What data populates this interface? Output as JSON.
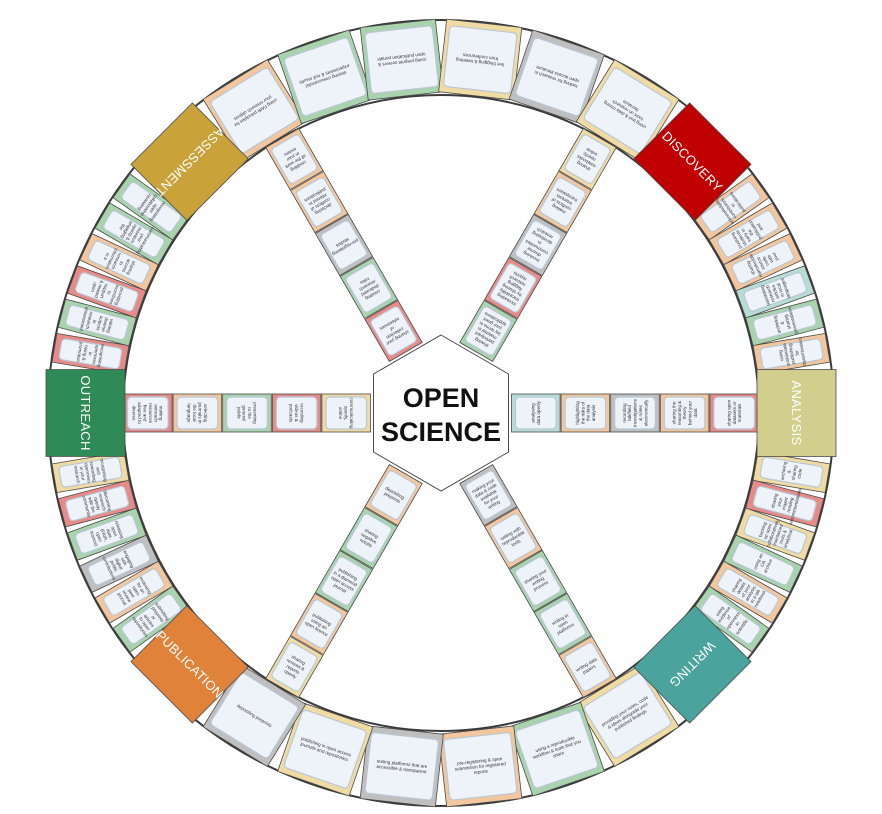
{
  "center": {
    "line1": "OPEN",
    "line2": "SCIENCE"
  },
  "colors": {
    "ring_border": "#3b3b3b",
    "board_fill": "#ffffff",
    "tile_border": "#4a4a4a",
    "card_fill": "#eef3f9",
    "card_border": "#b9c7d6",
    "tile_palette": [
      "#a8d3ad",
      "#f2c79e",
      "#f0dba2",
      "#bfbfbf",
      "#e78b88",
      "#b7dcd6"
    ]
  },
  "corners": [
    {
      "label": "DISCOVERY",
      "color": "#c00000"
    },
    {
      "label": "ANALYSIS",
      "color": "#d2cf8e"
    },
    {
      "label": "WRITING",
      "color": "#4aa39c"
    },
    {
      "label": "PUBLICATION",
      "color": "#e0823a"
    },
    {
      "label": "OUTREACH",
      "color": "#2e8b57"
    },
    {
      "label": "ASSESSMENT",
      "color": "#c9a23a"
    }
  ],
  "arc_tiles": [
    [
      {
        "color": "#f2c79e",
        "text": "acknowledging contributors in publications"
      },
      {
        "color": "#f2c79e",
        "text": "involving students early in the publication and peer-review process"
      },
      {
        "color": "#f2c79e",
        "text": "sharing reproducible source code with your publications"
      },
      {
        "color": "#b7dcd6",
        "text": "translating research articles in local languages"
      },
      {
        "color": "#a8d3ad",
        "text": "archiving & sharing presentations"
      },
      {
        "color": "#f2c79e",
        "text": "using sustainable publishing for dissemination"
      }
    ],
    [
      {
        "color": "#f0dba2",
        "text": "archiving & sharing code"
      },
      {
        "color": "#e78b88",
        "text": "sharing your expert reading recommendations"
      },
      {
        "color": "#f0dba2",
        "text": "backing up open collaboratively maintained tools & analytical resources"
      },
      {
        "color": "#a8d3ad",
        "text": "using an OA archive"
      },
      {
        "color": "#f2c79e",
        "text": "sharing details of your analysis in a lab notebook"
      },
      {
        "color": "#a8d3ad",
        "text": "using evidence of openness in scientific reproducibility & clear research"
      }
    ],
    [
      {
        "color": "#f0dba2",
        "text": "providing your notes, code & ideas alongside your published findings"
      },
      {
        "color": "#a8d3ad",
        "text": "using a reproducible workflow & tools that you share"
      },
      {
        "color": "#f2c79e",
        "text": "pre-registering & open submission for registered reports"
      },
      {
        "color": "#bfbfbf",
        "text": "testing platforms that are accessible & transparent"
      },
      {
        "color": "#f0dba2",
        "text": "publishing in open access journals and repositories"
      },
      {
        "color": "#bfbfbf",
        "text": "depositing preprints"
      }
    ],
    [
      {
        "color": "#a8d3ad",
        "text": "submitting preprints or articles to open repositories & overlay journals"
      },
      {
        "color": "#f2c79e",
        "text": "reviewing for an open peer review journal"
      },
      {
        "color": "#bfbfbf",
        "text": "engaging with digital public contributions"
      },
      {
        "color": "#a8d3ad",
        "text": "releasing open data (FAIR, open licence)"
      },
      {
        "color": "#e78b88",
        "text": "discussing research openly with the community"
      },
      {
        "color": "#f0dba2",
        "text": "recognising and rewarding openness in your research"
      }
    ],
    [
      {
        "color": "#e78b88",
        "text": "recognising openness in hiring & promotion"
      },
      {
        "color": "#a8d3ad",
        "text": "valuing diverse outputs in research assessment"
      },
      {
        "color": "#e78b88",
        "text": "providing incentives to support & reward open practices"
      },
      {
        "color": "#f2c79e",
        "text": "sharing access to research information in a timely manner"
      },
      {
        "color": "#a8d3ad",
        "text": "communicating your research openly & engaging the wider community"
      },
      {
        "color": "#a8d3ad",
        "text": "recognising open collaborative reviewing"
      }
    ],
    [
      {
        "color": "#f2c79e",
        "text": "using FAIR principles for your research objects"
      },
      {
        "color": "#a8d3ad",
        "text": "sharing unsuccessful experiments & null results"
      },
      {
        "color": "#a8d3ad",
        "text": "using preprint servers & open publication portals"
      },
      {
        "color": "#f0dba2",
        "text": "live blogging & tweeting from conferences"
      },
      {
        "color": "#bfbfbf",
        "text": "looking for research in open access literature"
      },
      {
        "color": "#f0dba2",
        "text": "using text & data mining tools on research literature"
      }
    ]
  ],
  "spokes": [
    [
      {
        "color": "#f0dba2",
        "text": "sharing notebooks openly, online"
      },
      {
        "color": "#f2c79e",
        "text": "making conflicts of interests transparent"
      },
      {
        "color": "#bfbfbf",
        "text": "involving diverse communities in developing research proposals"
      },
      {
        "color": "#e78b88",
        "text": "increasing traceability by sharing flagging research reports"
      },
      {
        "color": "#a8d3ad",
        "text": "sharing participant material in lay terms in your grant applications"
      }
    ],
    [
      {
        "color": "#e78b88",
        "text": "sharing open datasets or materials"
      },
      {
        "color": "#f2c79e",
        "text": "sharing the reasoning & theory behind your data"
      },
      {
        "color": "#bfbfbf",
        "text": "recording lab/field investigations & notes electronically"
      },
      {
        "color": "#f2c79e",
        "text": "highlighting the risks of the data analysis"
      },
      {
        "color": "#b7dcd6",
        "text": "analysing data openly"
      }
    ],
    [
      {
        "color": "#f2c79e",
        "text": "writing data papers"
      },
      {
        "color": "#a8d3ad",
        "text": "writing in open platforms"
      },
      {
        "color": "#a8d3ad",
        "text": "sharing your writing process"
      },
      {
        "color": "#f2c79e",
        "text": "writing with reproducible tools"
      },
      {
        "color": "#bfbfbf",
        "text": "making your data & code available for your writing"
      }
    ],
    [
      {
        "color": "#f0dba2",
        "text": "sharing reviews & reports openly"
      },
      {
        "color": "#f2c79e",
        "text": "publishing using an open licence"
      },
      {
        "color": "#a8d3ad",
        "text": "publishing in a diamond open access journal"
      },
      {
        "color": "#a8d3ad",
        "text": "sharing negative results"
      },
      {
        "color": "#f2c79e",
        "text": "depositing preprints"
      }
    ],
    [
      {
        "color": "#e78b88",
        "text": "making outreach resources free and adapted to diverse audiences"
      },
      {
        "color": "#f2c79e",
        "text": "selecting journals in the local language"
      },
      {
        "color": "#a8d3ad",
        "text": "presenting to the general public"
      },
      {
        "color": "#e78b88",
        "text": "recording videos & podcasts"
      },
      {
        "color": "#f0dba2",
        "text": "communicating openly, online"
      }
    ],
    [
      {
        "color": "#f2c79e",
        "text": "crediting all the work in your review"
      },
      {
        "color": "#f2c79e",
        "text": "declaring conflicts of interest in publications"
      },
      {
        "color": "#bfbfbf",
        "text": "pre-registering studies"
      },
      {
        "color": "#a8d3ad",
        "text": "creating dedicated research roles"
      },
      {
        "color": "#e78b88",
        "text": "sharing your collection of references"
      }
    ]
  ]
}
